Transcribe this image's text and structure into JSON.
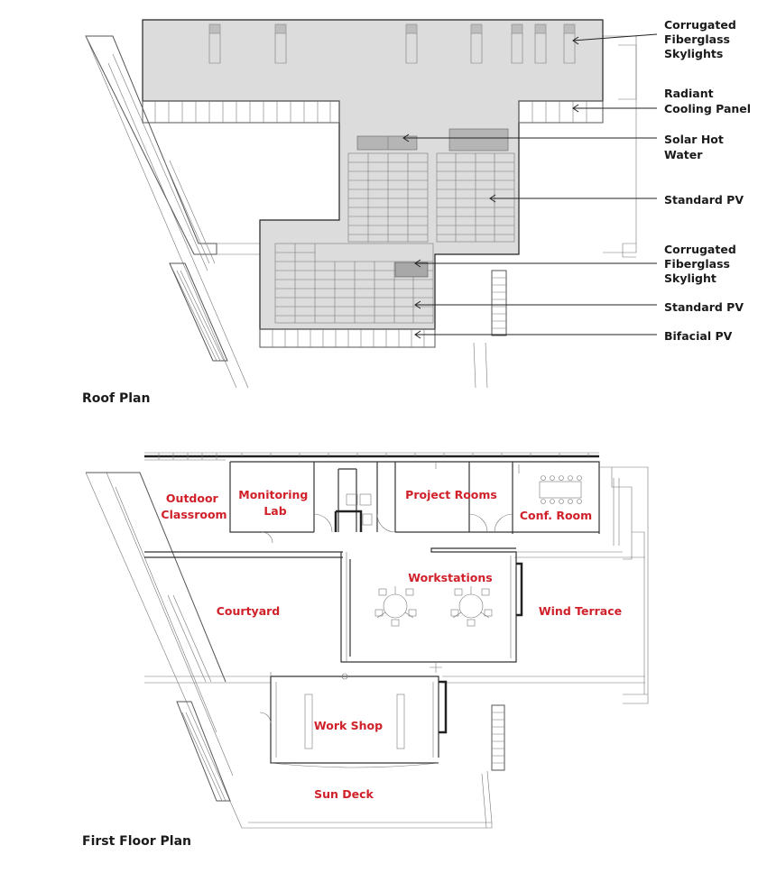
{
  "roof_plan": {
    "title": "Roof Plan",
    "callouts": [
      {
        "id": "corrugated-fiberglass-skylights",
        "lines": [
          "Corrugated",
          "Fiberglass",
          "Skylights"
        ]
      },
      {
        "id": "radiant-cooling-panel",
        "lines": [
          "Radiant",
          "Cooling Panel"
        ]
      },
      {
        "id": "solar-hot-water",
        "lines": [
          "Solar Hot",
          "Water"
        ]
      },
      {
        "id": "standard-pv-upper",
        "lines": [
          "Standard PV"
        ]
      },
      {
        "id": "corrugated-fiberglass-skylight",
        "lines": [
          "Corrugated",
          "Fiberglass",
          "Skylight"
        ]
      },
      {
        "id": "standard-pv-lower",
        "lines": [
          "Standard PV"
        ]
      },
      {
        "id": "bifacial-pv",
        "lines": [
          "Bifacial PV"
        ]
      }
    ]
  },
  "first_floor_plan": {
    "title": "First Floor Plan",
    "rooms": [
      {
        "id": "outdoor-classroom",
        "lines": [
          "Outdoor",
          "Classroom"
        ]
      },
      {
        "id": "monitoring-lab",
        "lines": [
          "Monitoring",
          "Lab"
        ]
      },
      {
        "id": "project-rooms",
        "lines": [
          "Project Rooms"
        ]
      },
      {
        "id": "conf-room",
        "lines": [
          "Conf. Room"
        ]
      },
      {
        "id": "workstations",
        "lines": [
          "Workstations"
        ]
      },
      {
        "id": "courtyard",
        "lines": [
          "Courtyard"
        ]
      },
      {
        "id": "wind-terrace",
        "lines": [
          "Wind Terrace"
        ]
      },
      {
        "id": "work-shop",
        "lines": [
          "Work Shop"
        ]
      },
      {
        "id": "sun-deck",
        "lines": [
          "Sun Deck"
        ]
      }
    ]
  },
  "colors": {
    "room_label": "#d0202a",
    "roof_fill": "#dcdcdc",
    "skylight": "#bdbdbd",
    "linework": "#333333"
  }
}
